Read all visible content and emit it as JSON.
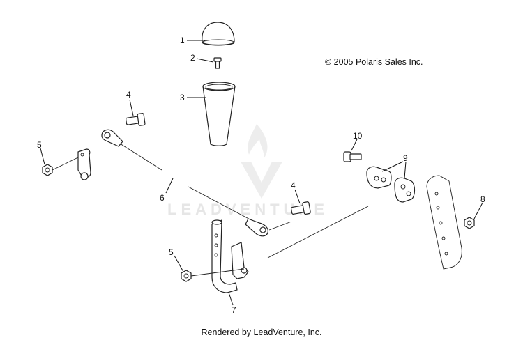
{
  "copyright": "© 2005 Polaris Sales Inc.",
  "footer": "Rendered by LeadVenture, Inc.",
  "watermark": {
    "text": "LEADVENTURE"
  },
  "callouts": {
    "c1": "1",
    "c2": "2",
    "c3": "3",
    "c4a": "4",
    "c4b": "4",
    "c5a": "5",
    "c5b": "5",
    "c6": "6",
    "c7": "7",
    "c8": "8",
    "c9": "9",
    "c10": "10"
  }
}
